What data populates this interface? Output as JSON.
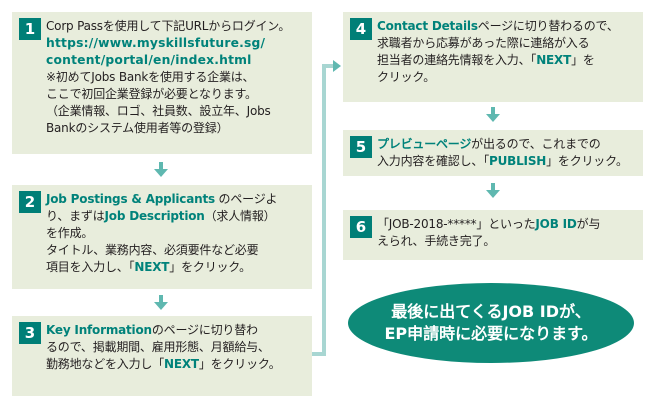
{
  "steps": [
    {
      "num": "1",
      "lines": [
        [
          {
            "t": "Corp Passを使用して下記URLからログイン。",
            "c": ""
          }
        ],
        [
          {
            "t": "https://www.myskillsfuture.sg/",
            "c": "url"
          }
        ],
        [
          {
            "t": "content/portal/en/index.html",
            "c": "url"
          }
        ],
        [
          {
            "t": "※初めてJobs Bankを使用する企業は、",
            "c": ""
          }
        ],
        [
          {
            "t": "ここで初回企業登録が必要となります。",
            "c": ""
          }
        ],
        [
          {
            "t": "（企業情報、ロゴ、社員数、設立年、Jobs",
            "c": ""
          }
        ],
        [
          {
            "t": "Bankのシステム使用者等の登録）",
            "c": ""
          }
        ]
      ]
    },
    {
      "num": "2",
      "lines": [
        [
          {
            "t": "Job Postings & Applicants",
            "c": "t"
          },
          {
            "t": " のページよ",
            "c": ""
          }
        ],
        [
          {
            "t": "り、まずは",
            "c": ""
          },
          {
            "t": "Job Description",
            "c": "t"
          },
          {
            "t": "（求人情報）",
            "c": ""
          }
        ],
        [
          {
            "t": "を作成。",
            "c": ""
          }
        ],
        [
          {
            "t": "タイトル、業務内容、必須要件など必要",
            "c": ""
          }
        ],
        [
          {
            "t": "項目を入力し、「",
            "c": ""
          },
          {
            "t": "NEXT",
            "c": "t"
          },
          {
            "t": "」をクリック。",
            "c": ""
          }
        ]
      ]
    },
    {
      "num": "3",
      "lines": [
        [
          {
            "t": "Key Information",
            "c": "t"
          },
          {
            "t": "のページに切り替わ",
            "c": ""
          }
        ],
        [
          {
            "t": "るので、掲載期間、雇用形態、月額給与、",
            "c": ""
          }
        ],
        [
          {
            "t": "勤務地などを入力し「",
            "c": ""
          },
          {
            "t": "NEXT",
            "c": "t"
          },
          {
            "t": "」をクリック。",
            "c": ""
          }
        ]
      ]
    },
    {
      "num": "4",
      "lines": [
        [
          {
            "t": "Contact Details",
            "c": "t"
          },
          {
            "t": "ページに切り替わるので、",
            "c": ""
          }
        ],
        [
          {
            "t": "求職者から応募があった際に連絡が入る",
            "c": ""
          }
        ],
        [
          {
            "t": "担当者の連絡先情報を入力、「",
            "c": ""
          },
          {
            "t": "NEXT",
            "c": "t"
          },
          {
            "t": "」を",
            "c": ""
          }
        ],
        [
          {
            "t": "クリック。",
            "c": ""
          }
        ]
      ]
    },
    {
      "num": "5",
      "lines": [
        [
          {
            "t": "プレビューページ",
            "c": "t"
          },
          {
            "t": "が出るので、これまでの",
            "c": ""
          }
        ],
        [
          {
            "t": "入力内容を確認し、「",
            "c": ""
          },
          {
            "t": "PUBLISH",
            "c": "t"
          },
          {
            "t": "」をクリック。",
            "c": ""
          }
        ]
      ]
    },
    {
      "num": "6",
      "lines": [
        [
          {
            "t": "「JOB-2018-*****」といった",
            "c": ""
          },
          {
            "t": "JOB ID",
            "c": "t"
          },
          {
            "t": "が与",
            "c": ""
          }
        ],
        [
          {
            "t": "えられ、手続き完了。",
            "c": ""
          }
        ]
      ]
    }
  ],
  "callout": {
    "line1": "最後に出てくるJOB IDが、",
    "line2": "EP申請時に必要になります。"
  }
}
